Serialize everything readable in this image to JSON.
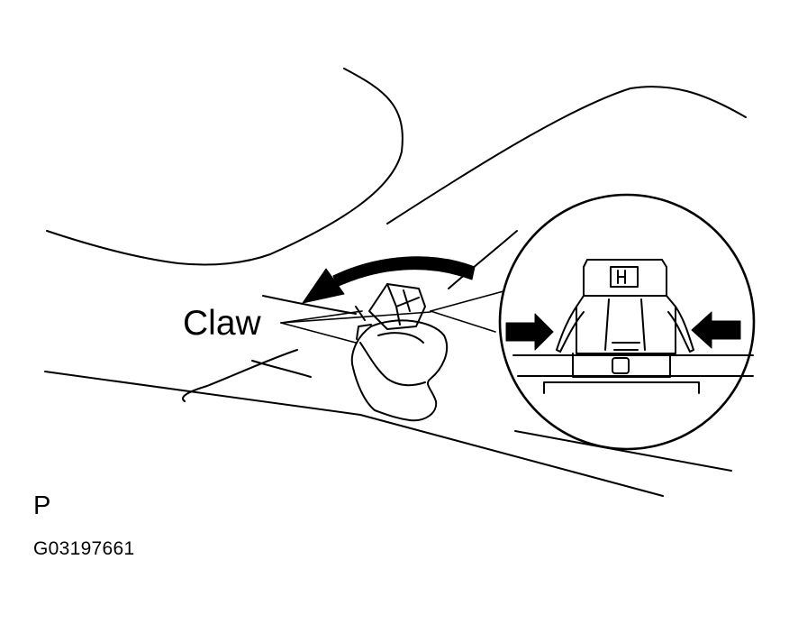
{
  "labels": {
    "claw": "Claw",
    "view_code": "P",
    "figure_id": "G03197661"
  },
  "colors": {
    "line": "#000000",
    "background": "#ffffff"
  }
}
